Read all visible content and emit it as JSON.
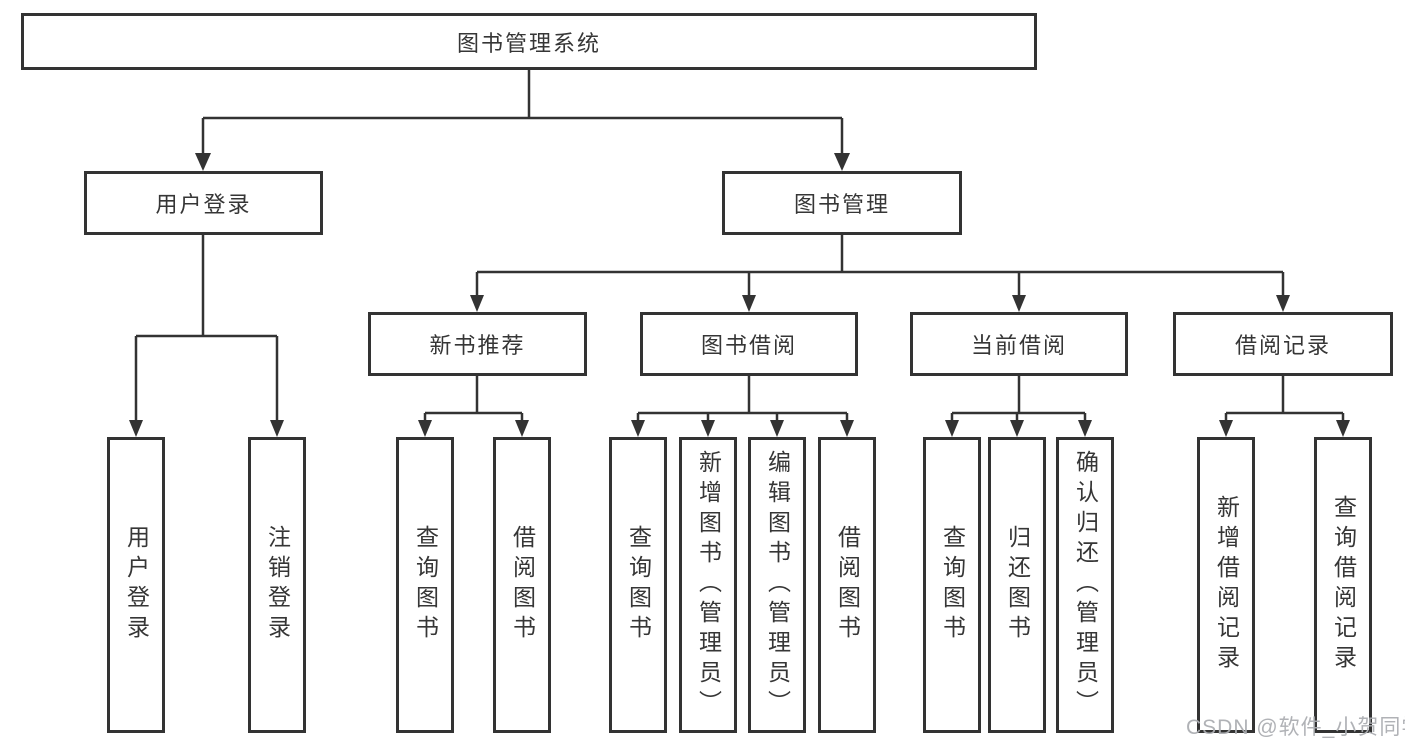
{
  "tree": {
    "root": {
      "label": "图书管理系统",
      "children": [
        {
          "label": "用户登录",
          "children": [
            {
              "label": "用户登录"
            },
            {
              "label": "注销登录"
            }
          ]
        },
        {
          "label": "图书管理",
          "children": [
            {
              "label": "新书推荐",
              "children": [
                {
                  "label": "查询图书"
                },
                {
                  "label": "借阅图书"
                }
              ]
            },
            {
              "label": "图书借阅",
              "children": [
                {
                  "label": "查询图书"
                },
                {
                  "label": "新增图书（管理员）"
                },
                {
                  "label": "编辑图书（管理员）"
                },
                {
                  "label": "借阅图书"
                }
              ]
            },
            {
              "label": "当前借阅",
              "children": [
                {
                  "label": "查询图书"
                },
                {
                  "label": "归还图书"
                },
                {
                  "label": "确认归还（管理员）"
                }
              ]
            },
            {
              "label": "借阅记录",
              "children": [
                {
                  "label": "新增借阅记录"
                },
                {
                  "label": "查询借阅记录"
                }
              ]
            }
          ]
        }
      ]
    }
  },
  "watermark": {
    "text": "CSDN @软件_小贺同学"
  },
  "colors": {
    "line": "#333333",
    "box_border": "#333333",
    "text": "#363636",
    "watermark": "#acaeb2",
    "background": "#ffffff"
  }
}
